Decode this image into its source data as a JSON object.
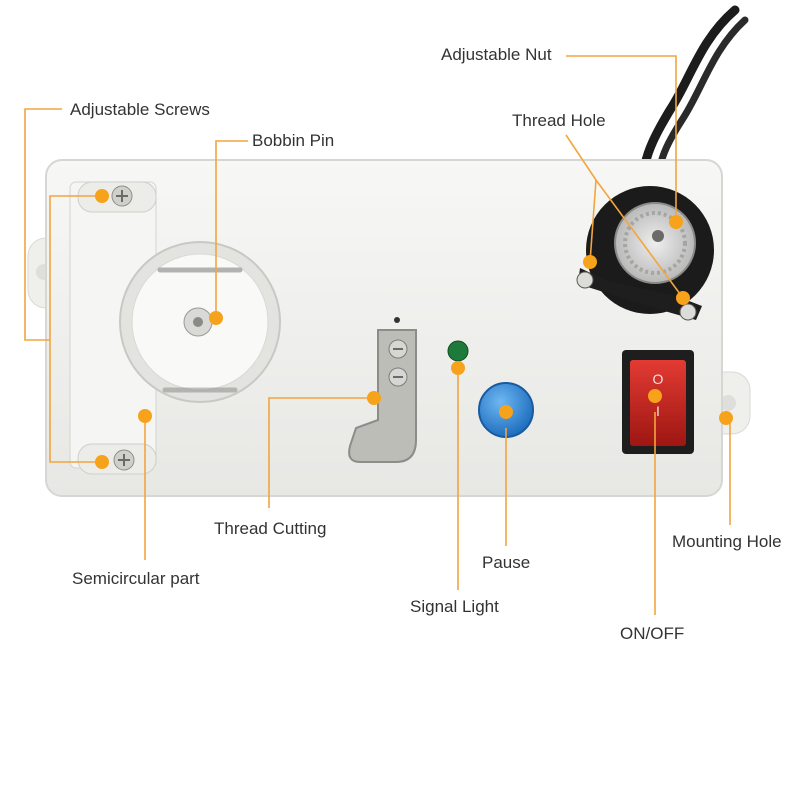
{
  "colors": {
    "leader_line": "#f2a540",
    "marker_dot": "#f7a21b",
    "device_body": "#f2f2f0",
    "switch_red": "#c8201c",
    "pause_blue": "#2f86d6",
    "signal_green": "#1e7a3a"
  },
  "labels": {
    "adjustable_screws": "Adjustable Screws",
    "bobbin_pin": "Bobbin Pin",
    "adjustable_nut": "Adjustable Nut",
    "thread_hole": "Thread Hole",
    "thread_cutting": "Thread Cutting",
    "semicircular_part": "Semicircular part",
    "pause": "Pause",
    "signal_light": "Signal Light",
    "on_off": "ON/OFF",
    "mounting_hole": "Mounting Hole"
  },
  "switch_marks": {
    "top": "O",
    "bottom": "I"
  }
}
